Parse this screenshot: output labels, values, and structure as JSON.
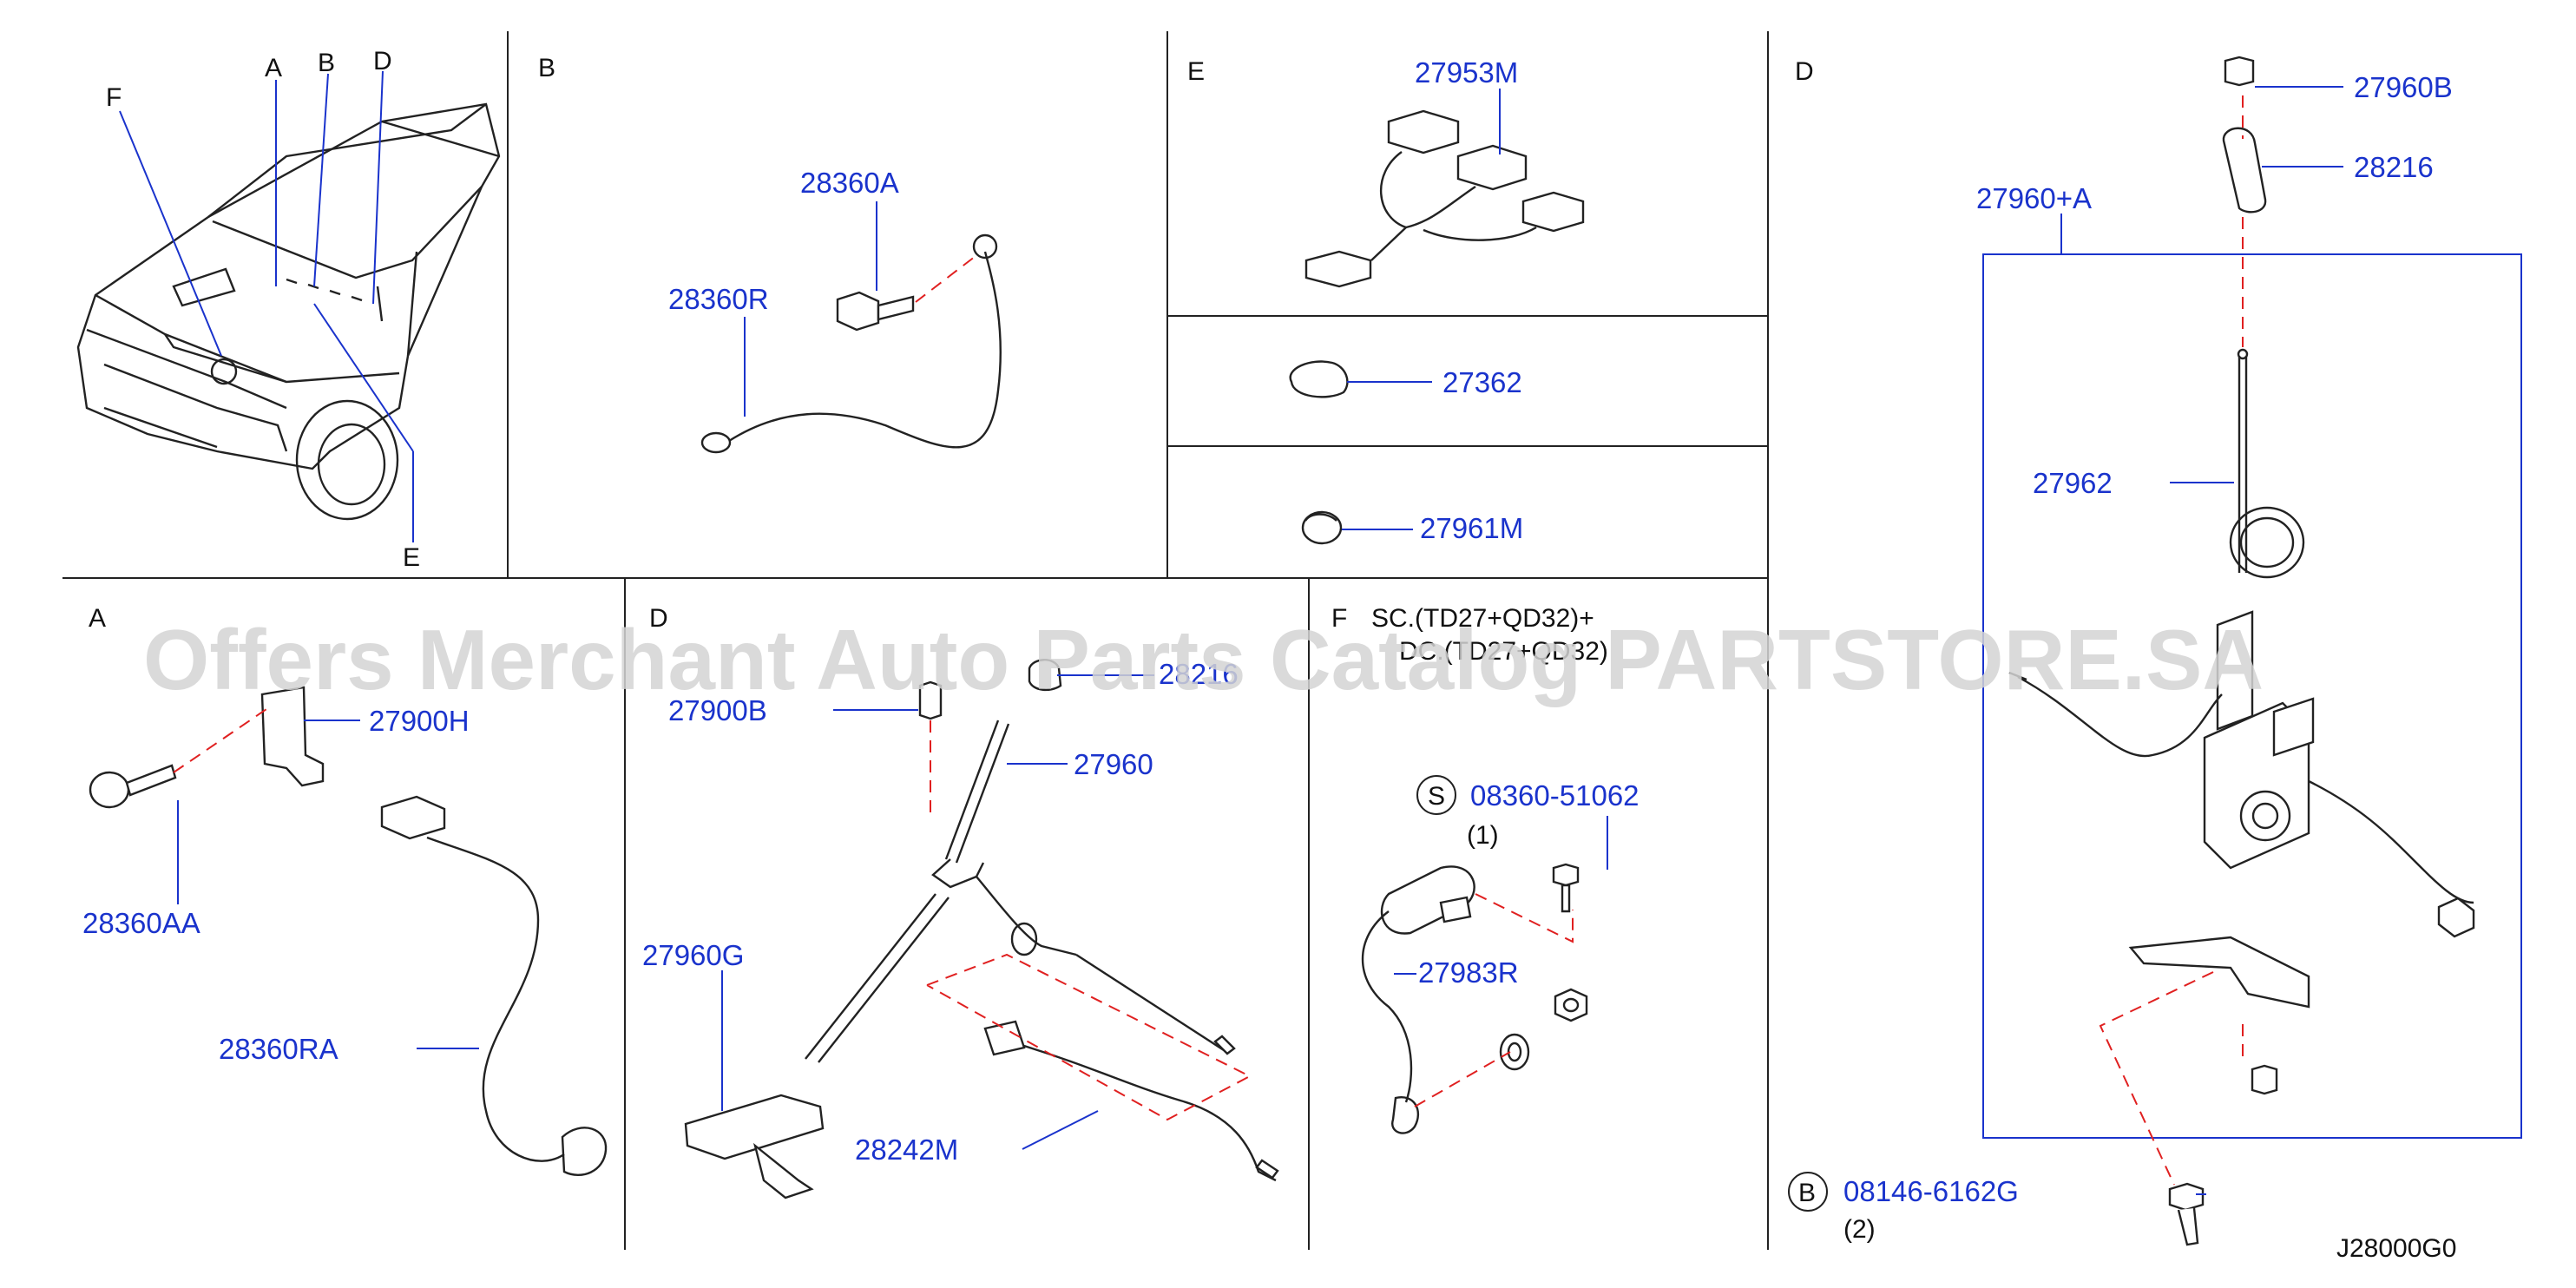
{
  "sections": {
    "overview": {
      "callouts": [
        "A",
        "B",
        "D",
        "F",
        "E"
      ]
    },
    "b": {
      "label": "B",
      "parts": [
        "28360A",
        "28360R"
      ]
    },
    "e": {
      "label": "E",
      "parts": [
        "27953M",
        "27362",
        "27961M"
      ]
    },
    "d_right": {
      "label": "D",
      "parts": [
        "27960B",
        "28216",
        "27960+A",
        "27962"
      ],
      "bolt_code": "B",
      "bolt_part": "08146-6162G",
      "bolt_qty": "(2)"
    },
    "a": {
      "label": "A",
      "parts": [
        "27900H",
        "28360AA",
        "28360RA"
      ]
    },
    "d_mid": {
      "label": "D",
      "parts": [
        "28216",
        "27900B",
        "27960",
        "27960G",
        "28242M"
      ]
    },
    "f": {
      "label": "F",
      "note_line1": "SC.(TD27+QD32)+",
      "note_line2": "DC.(TD27+QD32)",
      "screw_code": "S",
      "screw_part": "08360-51062",
      "screw_qty": "(1)",
      "parts": [
        "27983R"
      ]
    }
  },
  "diagram_code": "J28000G0",
  "watermark": "Offers Merchant Auto Parts Catalog PARTSTORE.SA",
  "colors": {
    "part_number": "#1a33cc",
    "hidden_line": "#e02020",
    "frame": "#222222"
  }
}
